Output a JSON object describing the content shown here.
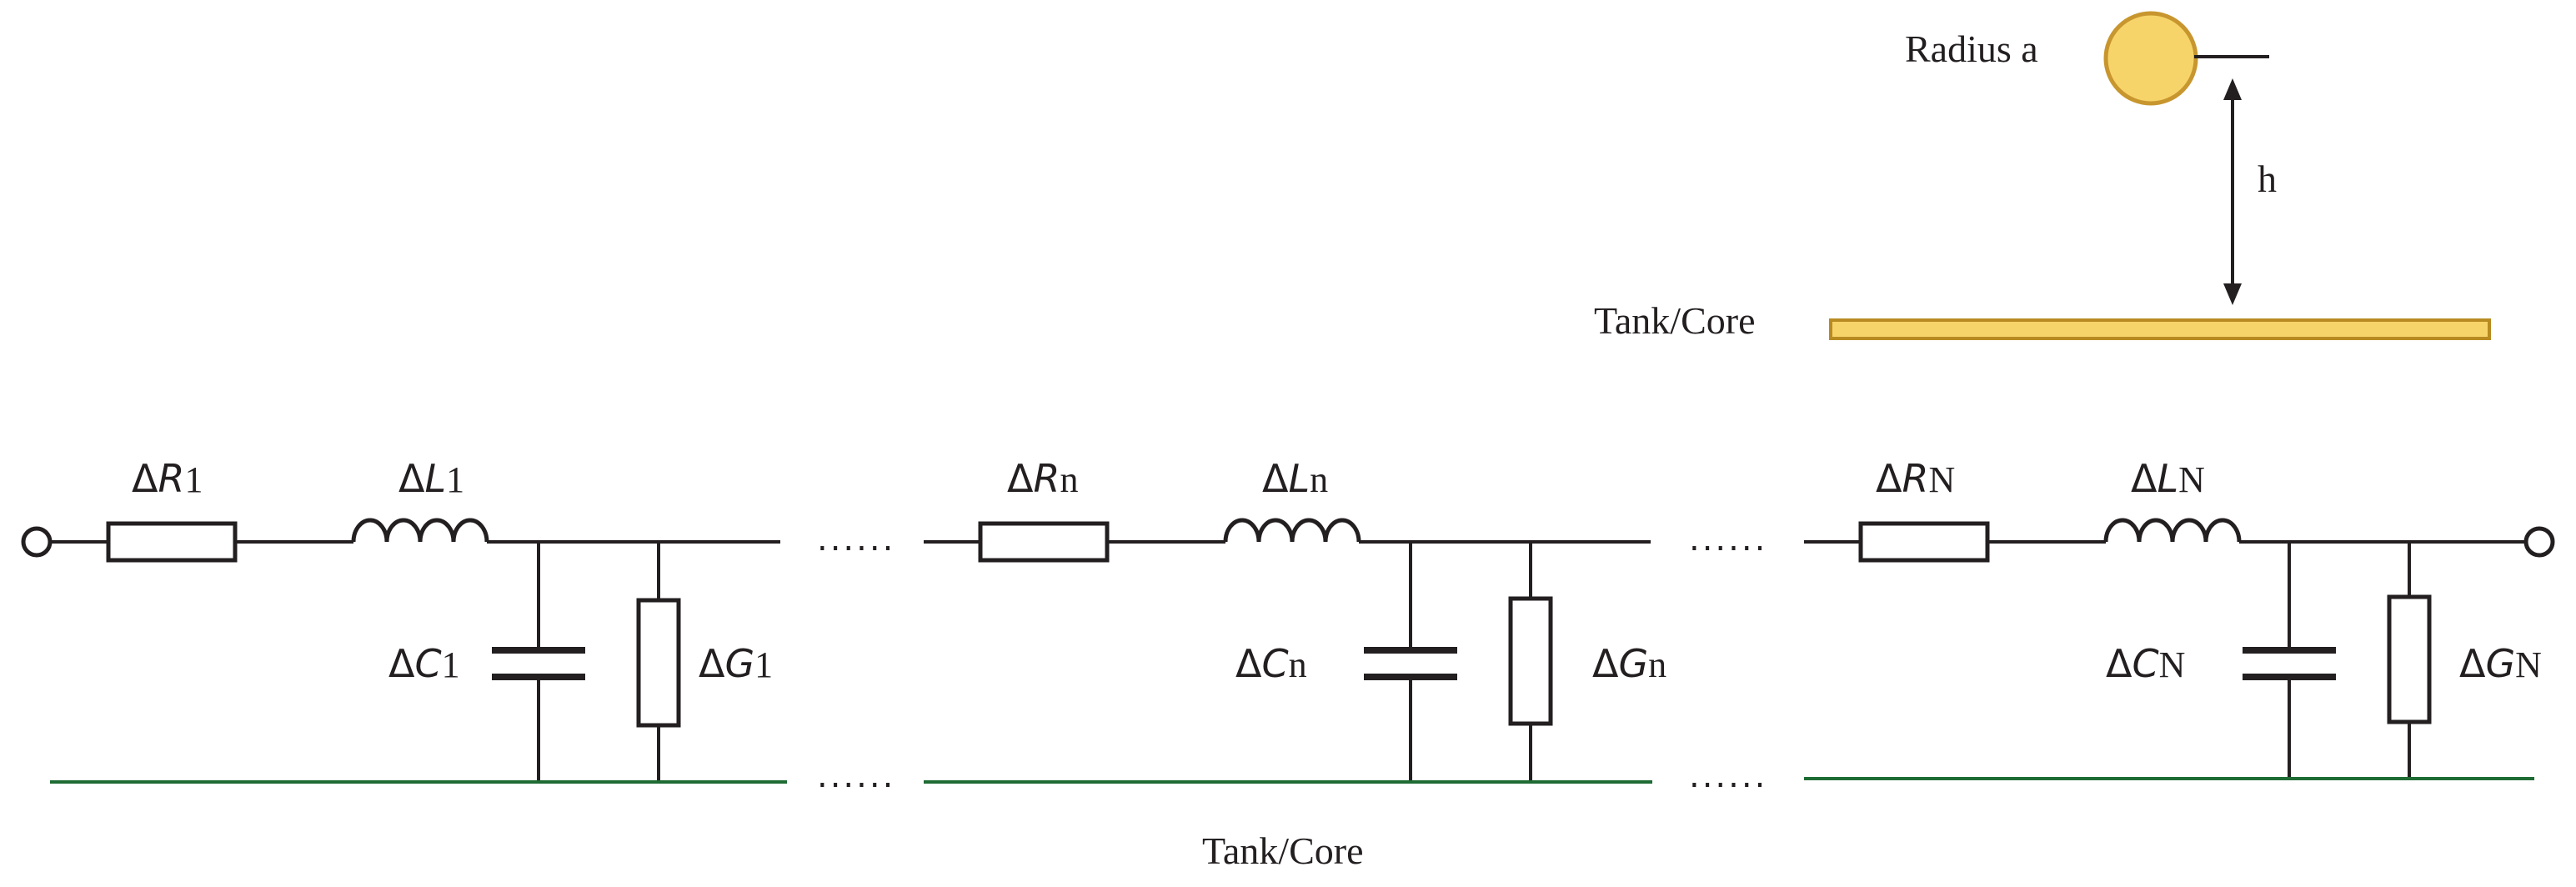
{
  "top": {
    "conductor_label": "Radius a",
    "height_label": "h",
    "plane_label": "Tank/Core",
    "conductor_color": "#f7d46a",
    "plane_color": "#f7d46a"
  },
  "sections": [
    {
      "R": "R",
      "L": "L",
      "C": "C",
      "G": "G",
      "subscript": "1"
    },
    {
      "R": "R",
      "L": "L",
      "C": "C",
      "G": "G",
      "subscript": "n"
    },
    {
      "R": "R",
      "L": "L",
      "C": "C",
      "G": "G",
      "subscript": "N"
    }
  ],
  "delta": "Δ",
  "ellipsis": "......",
  "ground_label": "Tank/Core",
  "ground_color": "#1e6b33"
}
